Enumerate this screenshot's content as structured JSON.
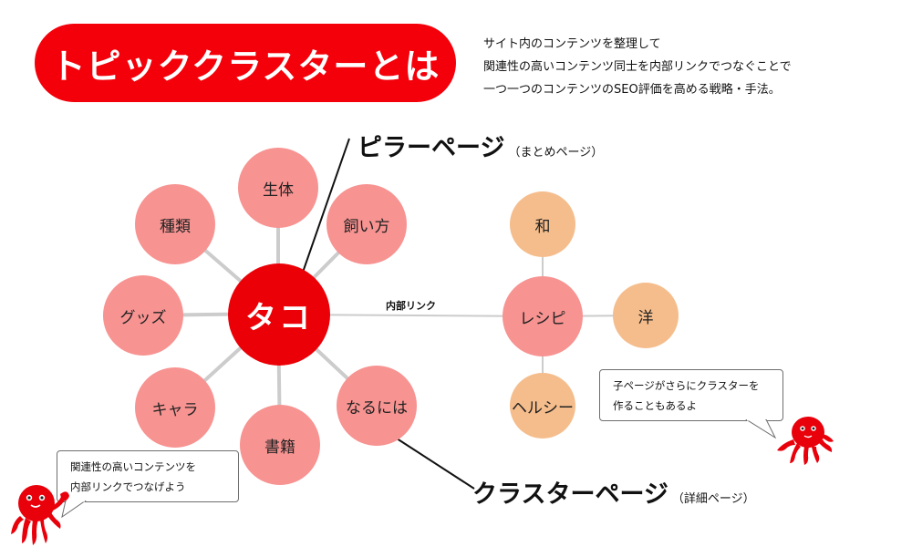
{
  "title": "トピッククラスターとは",
  "intro_lines": [
    "サイト内のコンテンツを整理して",
    "関連性の高いコンテンツ同士を内部リンクでつなぐことで",
    "一つ一つのコンテンツのSEO評価を高める戦略・手法。"
  ],
  "pillar": {
    "label": "ピラーページ",
    "note": "（まとめページ）",
    "center": "タコ"
  },
  "topic_nodes": {
    "seitai": "生体",
    "kaikata": "飼い方",
    "shurui": "種類",
    "goods": "グッズ",
    "chara": "キャラ",
    "shoseki": "書籍",
    "naruniwa": "なるには"
  },
  "internal_link": "内部リンク",
  "recipe_cluster": {
    "center": "レシピ",
    "wa": "和",
    "you": "洋",
    "healthy": "ヘルシー"
  },
  "cluster": {
    "label": "クラスターページ",
    "note": "（詳細ページ）"
  },
  "bubble_left": [
    "関連性の高いコンテンツを",
    "内部リンクでつなげよう"
  ],
  "bubble_right": [
    "子ページがさらにクラスターを",
    "作ることもあるよ"
  ],
  "colors": {
    "accent_red": "#eb0007",
    "node_pink": "#f79391",
    "node_orange": "#f5bd8c",
    "connector": "#cccccc"
  },
  "icons": {
    "mascot": "octopus-mascot-icon"
  }
}
